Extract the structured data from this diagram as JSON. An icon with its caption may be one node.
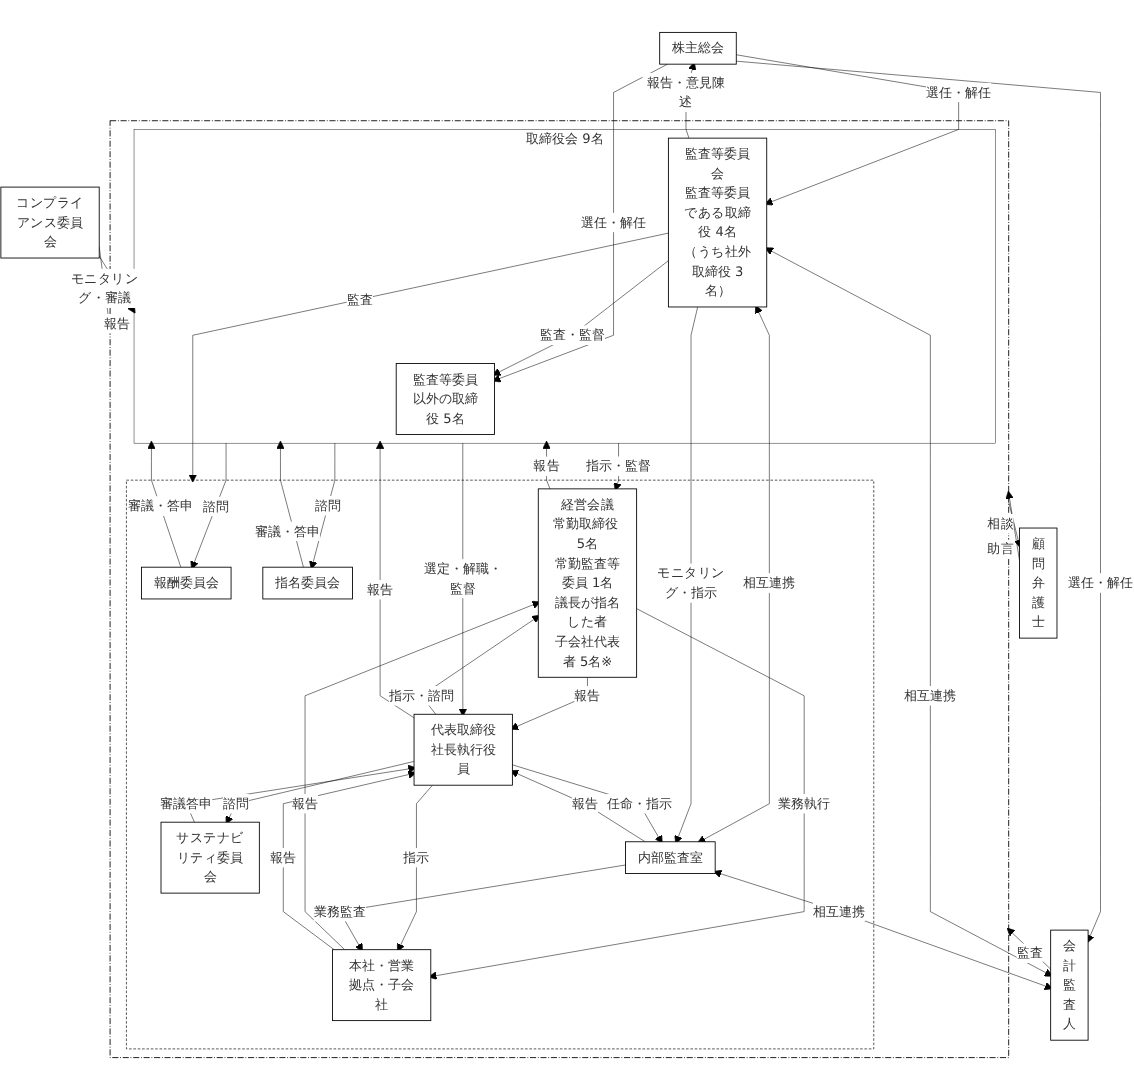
{
  "diagram": {
    "nodes": [
      {
        "text": [
          "株主総会"
        ]
      },
      {
        "text": [
          "コンプライアンス委員会"
        ]
      },
      {
        "text": [],
        "shape": "box"
      },
      {
        "text": [],
        "shape": "box",
        "in": 2
      },
      {
        "text": [
          "取締役会 9名"
        ],
        "in": 2
      },
      {
        "text": [
          "監査等委員以外の取締役 5名"
        ],
        "in": 4
      },
      {
        "text": [
          "監査等委員会",
          "監査等委員である取締役 4名",
          "（うち社外取締役 3名）"
        ],
        "in": 4
      },
      {
        "text": [
          "報酬委員会"
        ],
        "in": 3
      },
      {
        "text": [
          "指名委員会"
        ],
        "in": 3
      },
      {
        "text": [
          "経営会議",
          "常勤取締役 5名",
          "常勤監査等委員 1名",
          "議長が指名した者",
          "子会社代表者 5名※"
        ],
        "in": 3
      },
      {
        "text": [
          "代表取締役社長執行役員"
        ],
        "in": 3
      },
      {
        "text": [
          "サステナビリティ委員会"
        ],
        "in": 3
      },
      {
        "text": [
          "内部監査室"
        ],
        "in": 3
      },
      {
        "text": [
          "本社・営業拠点・子会社"
        ],
        "in": 3
      },
      {
        "text": [
          "会計監査人"
        ]
      },
      {
        "text": [
          "顧問弁護士"
        ]
      }
    ],
    "edges": [
      {
        "from": 0,
        "to": 5,
        "label": "選任・解任",
        "arrow": "to"
      },
      {
        "from": 0,
        "to": 6,
        "label": "選任・解任",
        "arrow": "to"
      },
      {
        "from": 6,
        "to": 0,
        "label": "報告・意見陳述",
        "arrow": "to"
      },
      {
        "from": 0,
        "to": 14,
        "label": "選任・解任",
        "arrow": "to"
      },
      {
        "from": 1,
        "to": 2,
        "label": "モニタリング・審議",
        "arrow": "to"
      },
      {
        "from": 1,
        "to": 4,
        "label": "報告",
        "arrow": "to"
      },
      {
        "from": 4,
        "to": 7,
        "label": "諮問",
        "arrow": "to"
      },
      {
        "from": 7,
        "to": 4,
        "label": "審議・答申",
        "arrow": "to"
      },
      {
        "from": 4,
        "to": 8,
        "label": "諮問",
        "arrow": "to"
      },
      {
        "from": 8,
        "to": 4,
        "label": "審議・答申",
        "arrow": "to"
      },
      {
        "from": 6,
        "to": 5,
        "label": "監査・監督",
        "arrow": "to"
      },
      {
        "from": 6,
        "to": 14,
        "label": "相互連携",
        "arrow": "both"
      },
      {
        "from": 14,
        "to": 2,
        "label": "監査",
        "arrow": "to"
      },
      {
        "from": 6,
        "to": 3,
        "label": "監査",
        "arrow": "to"
      },
      {
        "from": 9,
        "to": 4,
        "label": "報告",
        "arrow": "to"
      },
      {
        "from": 4,
        "to": 9,
        "label": "指示・監督",
        "arrow": "to"
      },
      {
        "from": 4,
        "to": 10,
        "label": "選定・解職・監督",
        "arrow": "to"
      },
      {
        "from": 10,
        "to": 4,
        "label": "報告",
        "arrow": "to"
      },
      {
        "from": 6,
        "to": 12,
        "label": "相互連携",
        "arrow": "both"
      },
      {
        "from": 6,
        "to": 12,
        "label": "モニタリング・指示",
        "arrow": "to"
      },
      {
        "from": 10,
        "to": 9,
        "label": "指示・諮問",
        "arrow": "to"
      },
      {
        "from": 9,
        "to": 10,
        "label": "報告",
        "arrow": "to"
      },
      {
        "from": 10,
        "to": 12,
        "label": "任命・指示",
        "arrow": "to"
      },
      {
        "from": 12,
        "to": 10,
        "label": "報告",
        "arrow": "to"
      },
      {
        "from": 10,
        "to": 11,
        "label": "諮問",
        "arrow": "to"
      },
      {
        "from": 11,
        "to": 10,
        "label": "審議答申",
        "arrow": "to"
      },
      {
        "from": 13,
        "to": 9,
        "label": "報告",
        "arrow": "to"
      },
      {
        "from": 9,
        "to": 13,
        "label": "業務執行",
        "arrow": "to"
      },
      {
        "from": 13,
        "to": 10,
        "label": "報告",
        "arrow": "to"
      },
      {
        "from": 10,
        "to": 13,
        "label": "指示",
        "arrow": "to"
      },
      {
        "from": 12,
        "to": 13,
        "label": "業務監査",
        "arrow": "to"
      },
      {
        "from": 12,
        "to": 14,
        "label": "相互連携",
        "arrow": "both"
      },
      {
        "from": 2,
        "to": 15,
        "label": "相談",
        "arrow": "to"
      },
      {
        "from": 15,
        "to": 2,
        "label": "助言",
        "arrow": "to"
      }
    ]
  }
}
